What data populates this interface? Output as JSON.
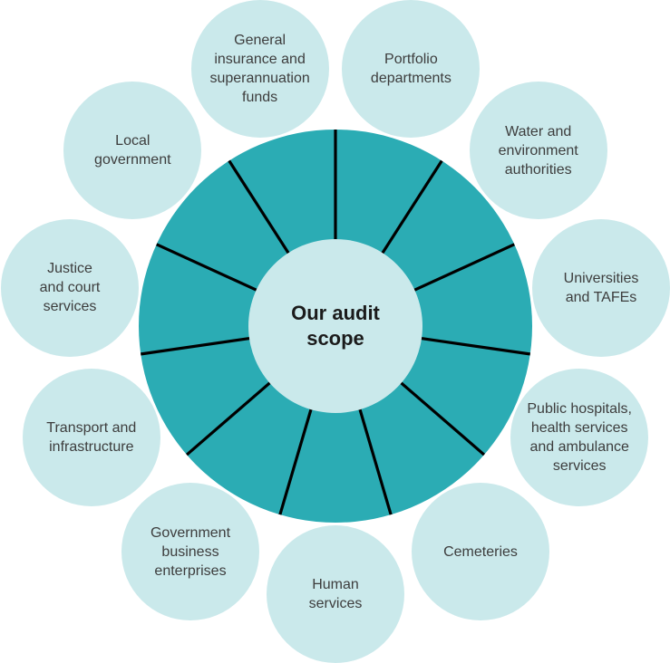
{
  "center": {
    "label": "Our audit\nscope"
  },
  "nodes": [
    {
      "id": "general-insurance-superannuation-funds",
      "label": "General\ninsurance and\nsuperannuation\nfunds"
    },
    {
      "id": "portfolio-departments",
      "label": "Portfolio\ndepartments"
    },
    {
      "id": "water-environment-authorities",
      "label": "Water and\nenvironment\nauthorities"
    },
    {
      "id": "universities-and-tafes",
      "label": "Universities\nand TAFEs"
    },
    {
      "id": "public-hospitals-health-ambulance",
      "label": "Public hospitals,\nhealth services\nand ambulance\nservices"
    },
    {
      "id": "cemeteries",
      "label": "Cemeteries"
    },
    {
      "id": "human-services",
      "label": "Human\nservices"
    },
    {
      "id": "government-business-enterprises",
      "label": "Government\nbusiness\nenterprises"
    },
    {
      "id": "transport-infrastructure",
      "label": "Transport and\ninfrastructure"
    },
    {
      "id": "justice-court-services",
      "label": "Justice\nand court\nservices"
    },
    {
      "id": "local-government",
      "label": "Local\ngovernment"
    }
  ],
  "colors": {
    "wheel": "#2bacb4",
    "node_fill": "#cae9eb",
    "center_fill": "#cae9eb",
    "divider": "#000000",
    "node_text": "#3d3d3d",
    "center_text": "#1b1b1b",
    "background": "#ffffff"
  }
}
